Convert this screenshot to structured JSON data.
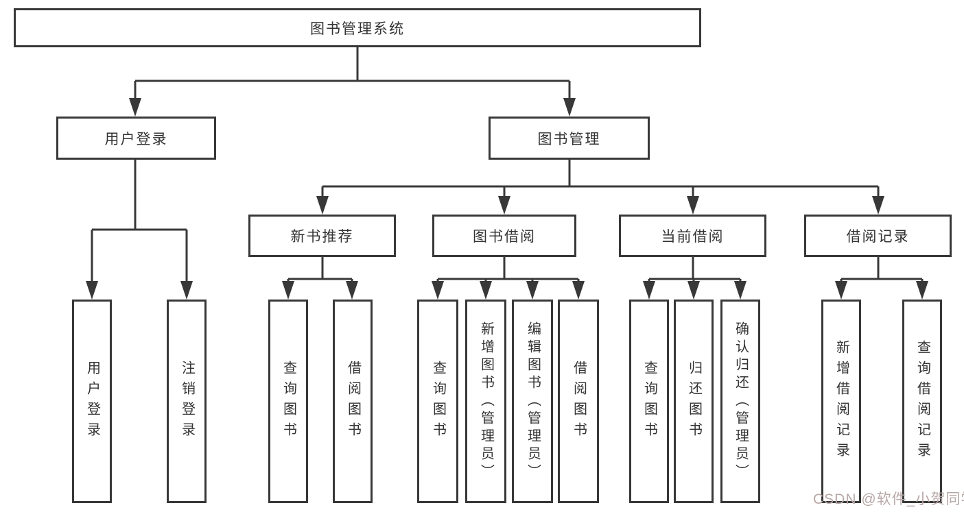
{
  "tree": {
    "label": "图书管理系统",
    "children": [
      {
        "label": "用户登录",
        "children": [
          {
            "label": "用户登录"
          },
          {
            "label": "注销登录"
          }
        ]
      },
      {
        "label": "图书管理",
        "children": [
          {
            "label": "新书推荐",
            "children": [
              {
                "label": "查询图书"
              },
              {
                "label": "借阅图书"
              }
            ]
          },
          {
            "label": "图书借阅",
            "children": [
              {
                "label": "查询图书"
              },
              {
                "label": "新增图书（管理员）"
              },
              {
                "label": "编辑图书（管理员）"
              },
              {
                "label": "借阅图书"
              }
            ]
          },
          {
            "label": "当前借阅",
            "children": [
              {
                "label": "查询图书"
              },
              {
                "label": "归还图书"
              },
              {
                "label": "确认归还（管理员）"
              }
            ]
          },
          {
            "label": "借阅记录",
            "children": [
              {
                "label": "新增借阅记录"
              },
              {
                "label": "查询借阅记录"
              }
            ]
          }
        ]
      }
    ]
  },
  "watermark": "CSDN @软件_小贺同学",
  "colors": {
    "line": "#383838",
    "text": "#333333",
    "watermark": "#b9a8a8",
    "background": "#ffffff"
  }
}
